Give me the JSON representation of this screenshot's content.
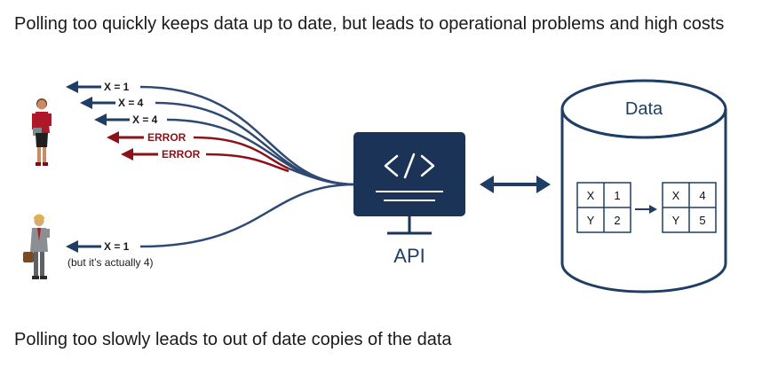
{
  "captions": {
    "top": "Polling too quickly keeps data up to date, but leads to operational problems and high costs",
    "bottom": "Polling too slowly leads to out of date copies of the data"
  },
  "fast_client": {
    "responses": [
      {
        "label": "X = 1",
        "status": "ok"
      },
      {
        "label": "X = 4",
        "status": "ok"
      },
      {
        "label": "X = 4",
        "status": "ok"
      },
      {
        "label": "ERROR",
        "status": "error"
      },
      {
        "label": "ERROR",
        "status": "error"
      }
    ]
  },
  "slow_client": {
    "response": "X = 1",
    "note": "(but it’s actually 4)"
  },
  "api": {
    "label": "API",
    "code_glyph": "</>"
  },
  "database": {
    "label": "Data",
    "old_table": [
      [
        "X",
        "1"
      ],
      [
        "Y",
        "2"
      ]
    ],
    "new_table": [
      [
        "X",
        "4"
      ],
      [
        "Y",
        "5"
      ]
    ]
  },
  "colors": {
    "navy": "#1f3e66",
    "line": "#2e4a73",
    "error": "#8b1219"
  },
  "icons": [
    "arrow-left-icon",
    "code-brackets-icon",
    "monitor-icon",
    "double-arrow-icon",
    "database-cylinder-icon",
    "person-woman-icon",
    "person-man-icon"
  ]
}
